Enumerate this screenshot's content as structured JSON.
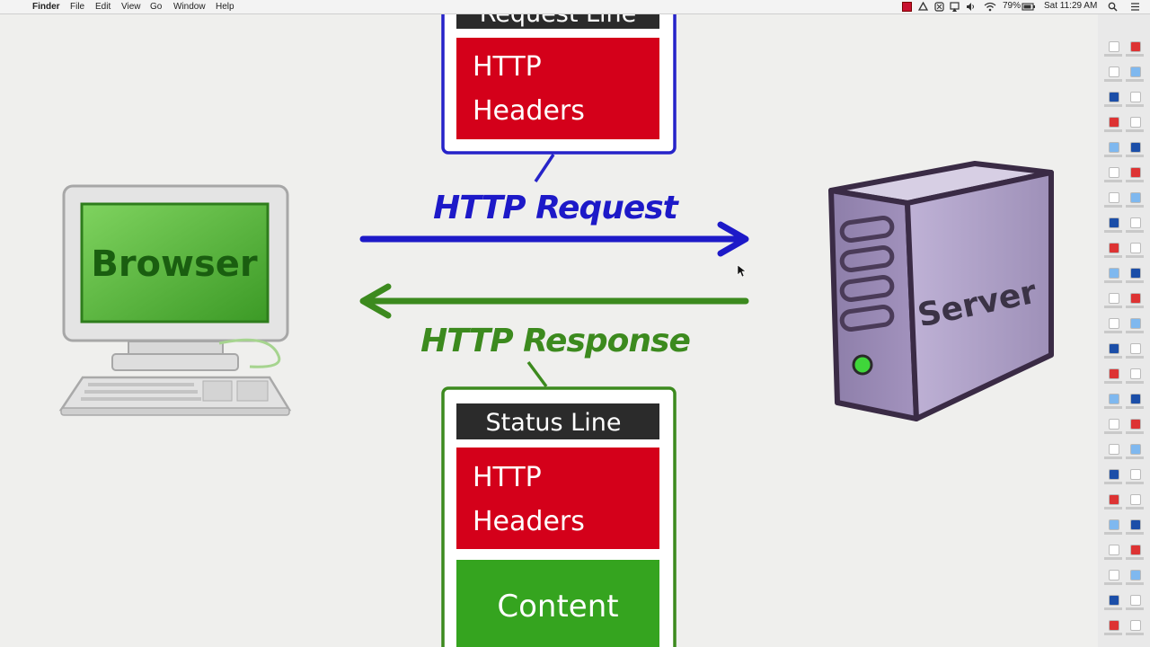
{
  "menubar": {
    "apple": "",
    "items": [
      "Finder",
      "File",
      "Edit",
      "View",
      "Go",
      "Window",
      "Help"
    ],
    "battery": "79%",
    "clock": "Sat 11:29 AM"
  },
  "diagram": {
    "request_box": {
      "top_bar": "Request Line",
      "headers": "HTTP\nHeaders"
    },
    "request_label": "HTTP Request",
    "response_label": "HTTP Response",
    "response_box": {
      "top_bar": "Status Line",
      "headers": "HTTP\nHeaders",
      "content": "Content"
    },
    "browser_label": "Browser",
    "server_label": "Server"
  },
  "colors": {
    "request": "#1d19c8",
    "response": "#3c8a1e",
    "headers_box": "#d4001a",
    "content_box": "#35a41f",
    "bar": "#2a2a2a"
  }
}
